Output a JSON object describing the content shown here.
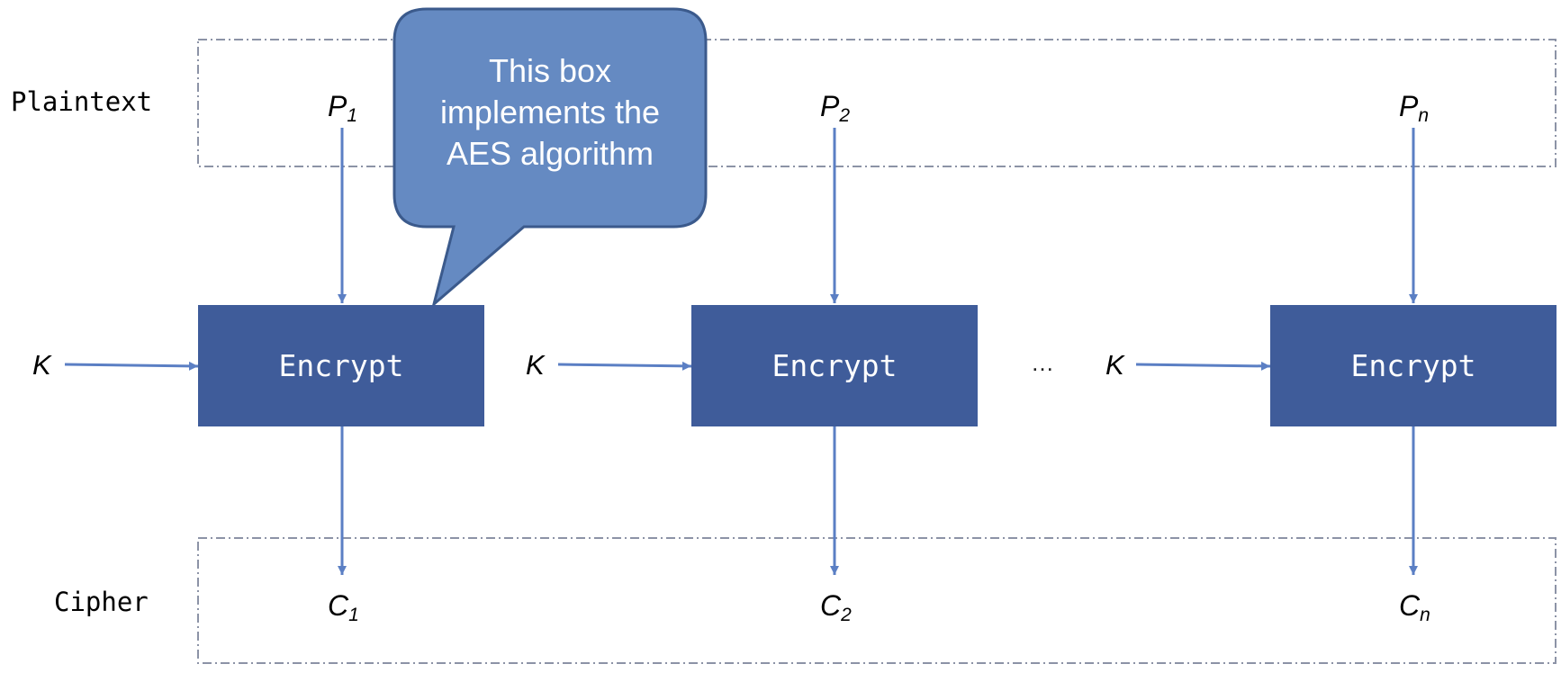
{
  "rows": {
    "plaintext_label": "Plaintext",
    "cipher_label": "Cipher"
  },
  "blocks": [
    {
      "plain_symbol": "P",
      "plain_sub": "1",
      "cipher_symbol": "C",
      "cipher_sub": "1",
      "key": "K",
      "label": "Encrypt"
    },
    {
      "plain_symbol": "P",
      "plain_sub": "2",
      "cipher_symbol": "C",
      "cipher_sub": "2",
      "key": "K",
      "label": "Encrypt"
    },
    {
      "plain_symbol": "P",
      "plain_sub": "n",
      "cipher_symbol": "C",
      "cipher_sub": "n",
      "key": "K",
      "label": "Encrypt"
    }
  ],
  "ellipsis": "…",
  "callout": {
    "line1": "This box",
    "line2": "implements the",
    "line3": "AES algorithm"
  },
  "colors": {
    "block_fill": "#3f5c9a",
    "callout_fill": "#658ac2",
    "callout_stroke": "#3b5a8c",
    "arrow": "#5b7fc4",
    "dashed_frame": "#8c93a6"
  }
}
